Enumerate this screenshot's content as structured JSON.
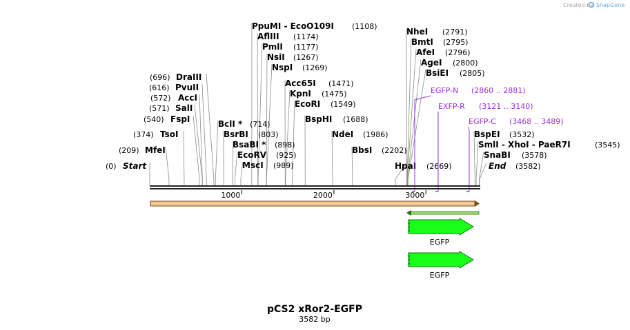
{
  "watermark": {
    "created_by": "Created by",
    "brand": "SnapGene"
  },
  "title": "pCS2 xRor2-EGFP",
  "subtitle": "3582 bp",
  "axis_ticks": [
    {
      "label": "1000",
      "bp": 1000
    },
    {
      "label": "2000",
      "bp": 2000
    },
    {
      "label": "3000",
      "bp": 3000
    }
  ],
  "sites": [
    {
      "key": "start",
      "name": "Start",
      "pos": "(0)",
      "bp": 0,
      "italic": true
    },
    {
      "key": "mfei",
      "name": "MfeI",
      "pos": "(209)",
      "bp": 209
    },
    {
      "key": "tsoi",
      "name": "TsoI",
      "pos": "(374)",
      "bp": 374
    },
    {
      "key": "fspi",
      "name": "FspI",
      "pos": "(540)",
      "bp": 540
    },
    {
      "key": "sali",
      "name": "SalI",
      "pos": "(571)",
      "bp": 571
    },
    {
      "key": "acci",
      "name": "AccI",
      "pos": "(572)",
      "bp": 572
    },
    {
      "key": "pvuii",
      "name": "PvuII",
      "pos": "(616)",
      "bp": 616
    },
    {
      "key": "draiii",
      "name": "DraIII",
      "pos": "(696)",
      "bp": 696
    },
    {
      "key": "bcli",
      "name": "BclI",
      "suffix": " *",
      "pos": "(714)",
      "bp": 714
    },
    {
      "key": "bsrbi",
      "name": "BsrBI",
      "pos": "(803)",
      "bp": 803
    },
    {
      "key": "bsabi",
      "name": "BsaBI",
      "suffix": " *",
      "pos": "(898)",
      "bp": 898
    },
    {
      "key": "ecorv",
      "name": "EcoRV",
      "pos": "(925)",
      "bp": 925
    },
    {
      "key": "msci",
      "name": "MscI",
      "pos": "(989)",
      "bp": 989
    },
    {
      "key": "ppumi",
      "name": "PpuMI",
      "extra": " - EcoO109I",
      "pos": "(1108)",
      "bp": 1108
    },
    {
      "key": "afliii",
      "name": "AflIII",
      "pos": "(1174)",
      "bp": 1174
    },
    {
      "key": "pmli",
      "name": "PmlI",
      "pos": "(1177)",
      "bp": 1177
    },
    {
      "key": "nsii",
      "name": "NsiI",
      "pos": "(1267)",
      "bp": 1267
    },
    {
      "key": "nspi",
      "name": "NspI",
      "pos": "(1269)",
      "bp": 1269
    },
    {
      "key": "acc65i",
      "name": "Acc65I",
      "pos": "(1471)",
      "bp": 1471
    },
    {
      "key": "kpni",
      "name": "KpnI",
      "pos": "(1475)",
      "bp": 1475
    },
    {
      "key": "ecori",
      "name": "EcoRI",
      "pos": "(1549)",
      "bp": 1549
    },
    {
      "key": "bsphi",
      "name": "BspHI",
      "pos": "(1688)",
      "bp": 1688
    },
    {
      "key": "ndei",
      "name": "NdeI",
      "pos": "(1986)",
      "bp": 1986
    },
    {
      "key": "bbsi",
      "name": "BbsI",
      "pos": "(2202)",
      "bp": 2202
    },
    {
      "key": "hpai",
      "name": "HpaI",
      "pos": "(2669)",
      "bp": 2669
    },
    {
      "key": "nhei",
      "name": "NheI",
      "pos": "(2791)",
      "bp": 2791
    },
    {
      "key": "bmti",
      "name": "BmtI",
      "pos": "(2795)",
      "bp": 2795
    },
    {
      "key": "afei",
      "name": "AfeI",
      "pos": "(2796)",
      "bp": 2796
    },
    {
      "key": "agei",
      "name": "AgeI",
      "pos": "(2800)",
      "bp": 2800
    },
    {
      "key": "bsiei",
      "name": "BsiEI",
      "pos": "(2805)",
      "bp": 2805
    },
    {
      "key": "bspei",
      "name": "BspEI",
      "pos": "(3532)",
      "bp": 3532
    },
    {
      "key": "smli",
      "name": "SmlI",
      "extra": " - XhoI - PaeR7I",
      "pos": "(3545)",
      "bp": 3545
    },
    {
      "key": "snabi",
      "name": "SnaBI",
      "pos": "(3578)",
      "bp": 3578
    },
    {
      "key": "end",
      "name": "End",
      "pos": "(3582)",
      "bp": 3582,
      "italic": true
    }
  ],
  "primers": [
    {
      "key": "egfp-n",
      "name": "EGFP-N",
      "range": "(2860 .. 2881)",
      "bp": 2860,
      "color": "#9b30d9"
    },
    {
      "key": "exfp-r",
      "name": "EXFP-R",
      "range": "(3121 .. 3140)",
      "bp": 3140,
      "color": "#9b30d9"
    },
    {
      "key": "egfp-c",
      "name": "EGFP-C",
      "range": "(3468 .. 3489)",
      "bp": 3468,
      "color": "#9b30d9"
    }
  ],
  "features": [
    {
      "key": "egfp-1",
      "label": "EGFP",
      "color": "#1aff1a"
    },
    {
      "key": "egfp-2",
      "label": "EGFP",
      "color": "#1aff1a"
    }
  ],
  "colors": {
    "backbone": "#222222",
    "orf_bar": "#f2c89b",
    "orf_edge": "#7a4a14",
    "green_line": "#9ce06a",
    "feature": "#1aff1a",
    "primer": "#9b30d9",
    "watermark": "#aaaaaa",
    "snapgene_brand": "#6ea8d8"
  }
}
